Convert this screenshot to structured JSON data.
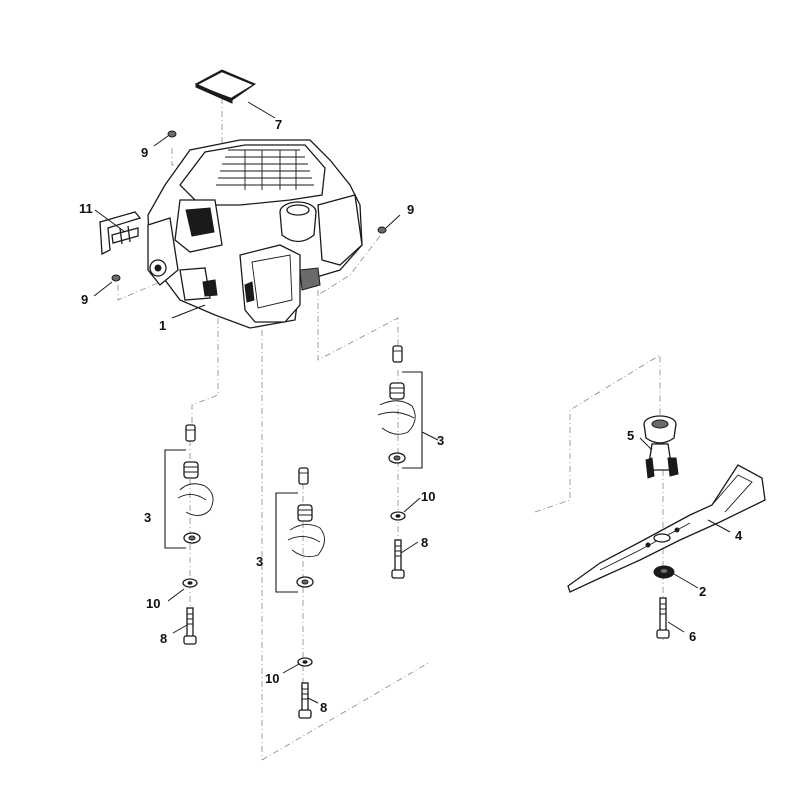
{
  "callouts": {
    "c1": "1",
    "c2": "2",
    "c3a": "3",
    "c3b": "3",
    "c3c": "3",
    "c4": "4",
    "c5": "5",
    "c6": "6",
    "c7": "7",
    "c8a": "8",
    "c8b": "8",
    "c8c": "8",
    "c9a": "9",
    "c9b": "9",
    "c9c": "9",
    "c10a": "10",
    "c10b": "10",
    "c10c": "10",
    "c11": "11"
  }
}
